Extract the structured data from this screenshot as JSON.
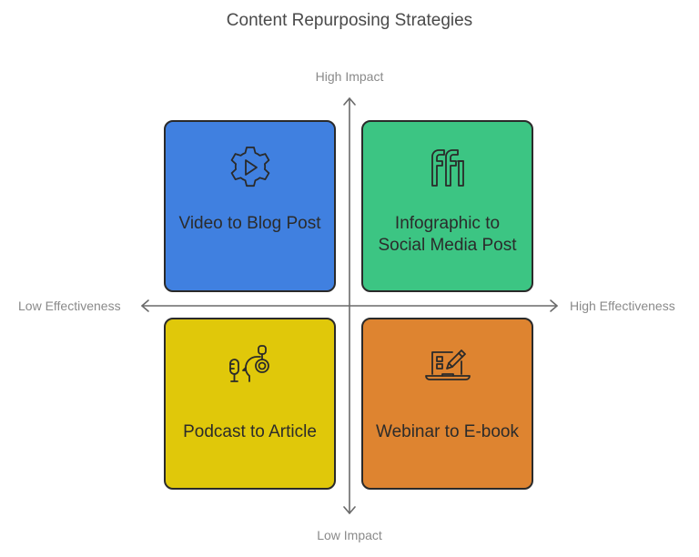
{
  "title": "Content Repurposing Strategies",
  "axes": {
    "y_high": "High Impact",
    "y_low": "Low Impact",
    "x_low": "Low Effectiveness",
    "x_high": "High Effectiveness"
  },
  "quadrants": {
    "top_left": {
      "label": "Video to Blog Post",
      "color": "#4080e0",
      "icon": "video-gear-icon"
    },
    "top_right": {
      "label": "Infographic to Social Media Post",
      "color": "#3cc583",
      "icon": "ff-ligature-icon"
    },
    "bottom_left": {
      "label": "Podcast to Article",
      "color": "#e0c80a",
      "icon": "podcast-microphone-icon"
    },
    "bottom_right": {
      "label": "Webinar to E-book",
      "color": "#de8430",
      "icon": "laptop-pencil-icon"
    }
  }
}
